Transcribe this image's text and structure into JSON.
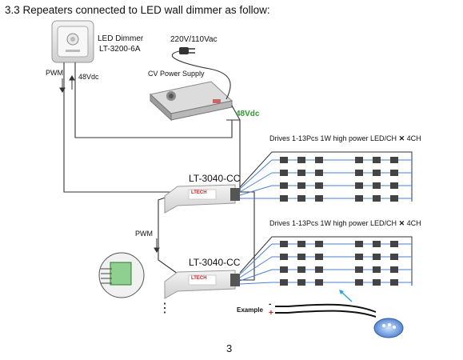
{
  "heading": "3.3 Repeaters connected to LED wall dimmer as follow:",
  "dimmer": {
    "name": "LED Dimmer",
    "model": "LT-3200-6A"
  },
  "mains": "220V/110Vac",
  "power_supply": "CV Power Supply",
  "supply_voltage": "48Vdc",
  "dimmer_outputs": {
    "pwm": "PWM",
    "voltage": "48Vdc"
  },
  "repeaters": [
    {
      "model": "LT-3040-CC",
      "label": "LTECH"
    },
    {
      "model": "LT-3040-CC",
      "label": "LTECH"
    }
  ],
  "repeater_link": "PWM",
  "led_groups": [
    {
      "caption": "Drives 1-13Pcs 1W high power LED/CH",
      "times": "✕",
      "channels": "4CH"
    },
    {
      "caption": "Drives 1-13Pcs 1W high power LED/CH",
      "times": "✕",
      "channels": "4CH"
    }
  ],
  "example": {
    "label": "Example",
    "minus": "-",
    "plus": "+"
  },
  "ellipsis": "⋮",
  "page_number": "3",
  "colors": {
    "wire": "#333333",
    "channel_blue": "#4a7fd8",
    "supply_green": "#2e9b2e",
    "plus_red": "#cc2222",
    "arrow_cyan": "#2aa7c9"
  }
}
